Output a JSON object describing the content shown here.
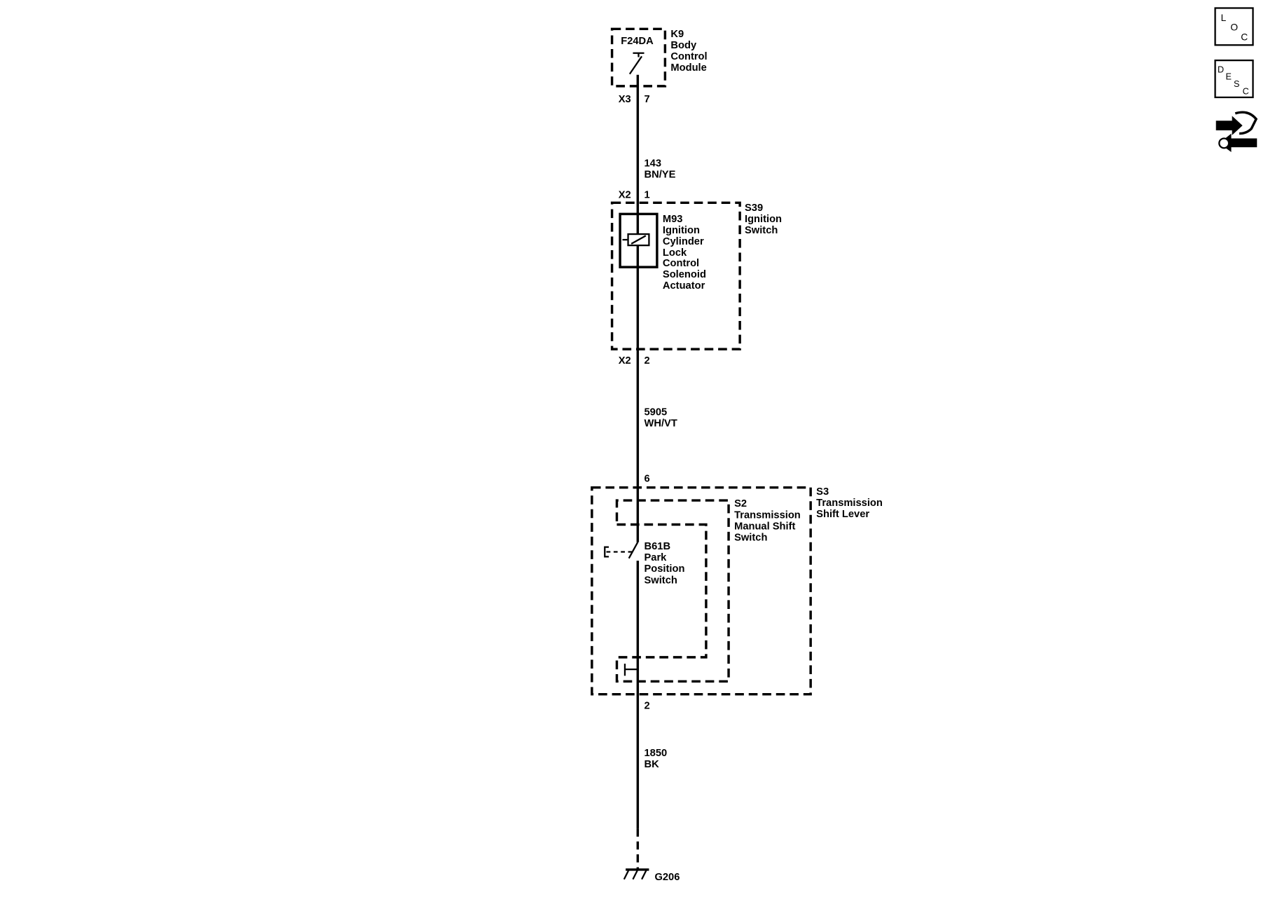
{
  "viewer": {
    "loc_button": {
      "letters": [
        "L",
        "O",
        "C"
      ],
      "icon": "location-view-icon"
    },
    "desc_button": {
      "letters": [
        "D",
        "E",
        "S",
        "C"
      ],
      "icon": "description-view-icon"
    },
    "nav_button": {
      "icon": "navigation-arrows-icon"
    }
  },
  "diagram": {
    "k9": {
      "fuse": "F24DA",
      "title_lines": [
        "K9",
        "Body",
        "Control",
        "Module"
      ],
      "connector": "X3",
      "pin": "7"
    },
    "wire_1": {
      "circuit": "143",
      "color_code": "BN/YE"
    },
    "s39": {
      "title_lines": [
        "S39",
        "Ignition",
        "Switch"
      ],
      "top_connector": "X2",
      "top_pin": "1",
      "bottom_connector": "X2",
      "bottom_pin": "2"
    },
    "m93": {
      "title_lines": [
        "M93",
        "Ignition",
        "Cylinder",
        "Lock",
        "Control",
        "Solenoid",
        "Actuator"
      ]
    },
    "wire_2": {
      "circuit": "5905",
      "color_code": "WH/VT"
    },
    "s3": {
      "title_lines": [
        "S3",
        "Transmission",
        "Shift Lever"
      ],
      "top_pin": "6",
      "bottom_pin": "2"
    },
    "s2": {
      "title_lines": [
        "S2",
        "Transmission",
        "Manual Shift",
        "Switch"
      ]
    },
    "b61b": {
      "title_lines": [
        "B61B",
        "Park",
        "Position",
        "Switch"
      ]
    },
    "wire_3": {
      "circuit": "1850",
      "color_code": "BK"
    },
    "ground": {
      "label": "G206"
    }
  },
  "colors": {
    "ink": "#000000",
    "background": "#ffffff"
  }
}
